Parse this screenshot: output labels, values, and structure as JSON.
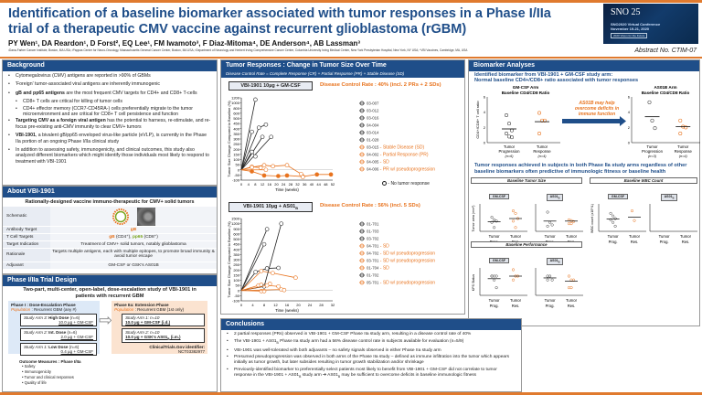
{
  "header": {
    "title": "Identification of a baseline biomarker associated with tumor responses in a Phase I/IIa trial of a therapeutic CMV vaccine against recurrent glioblastoma (rGBM)",
    "authors": "PY Wen¹, DA Reardon¹, D Forst², EQ Lee¹, FM Iwamoto³, F Diaz-Mitoma⁴, DE Anderson⁴, AB Lassman³",
    "affiliations": "¹Dana-Farber Cancer Institute, Boston, MA USA; ²Pappas Center for Neuro-Oncology, Massachusetts General Cancer Center, Boston, MA USA; ³Department of Neurology and Herbert Irving Comprehensive Cancer Center, Columbia University Irving Medical Center, New York Presbyterian Hospital, New York, NY USA; ⁴VBI Vaccines, Cambridge, MA, USA",
    "abstract_no": "Abstract No. CTIM-07",
    "logo": {
      "name": "SNO 25",
      "conference": "SNO2020 Virtual Conference",
      "dates": "November 19-21, 2020",
      "tagline": "2020 Vision for the Future"
    }
  },
  "background": {
    "title": "Background",
    "items": [
      {
        "text": "Cytomegalovirus (CMV) antigens are reported in >90% of GBMs"
      },
      {
        "text": "'Foreign' tumor-associated viral antigens are inherently immunogenic"
      },
      {
        "bold": "gB and pp65 antigens",
        "text": " are the most frequent CMV targets for CD4+ and CD8+ T-cells"
      },
      {
        "sub": true,
        "text": "CD8+ T cells are critical for killing of tumor cells"
      },
      {
        "sub": true,
        "text": "CD4+ effector memory (CCR7-CD45RA-) cells preferentially migrate to the tumor microenvironment and are critical for CD8+ T cell persistence and function"
      },
      {
        "bold": "Targeting CMV as a foreign viral antigen",
        "text": " has the potential to harness, re-stimulate, and re-focus pre-existing anti-CMV immunity to clear CMV+ tumors"
      },
      {
        "bold": "VBI-1901",
        "text": ", a bivalent gB/pp65 enveloped virus-like particle (eVLP), is currently in the Phase IIa portion of an ongoing Phase I/IIa clinical study"
      },
      {
        "text": "In addition to assessing safety, immunogenicity, and clinical outcomes, this study also analyzed different biomarkers which might identify those individuals most likely to respond to treatment with VBI-1901"
      }
    ]
  },
  "about": {
    "title": "About VBI-1901",
    "subtitle": "Rationally-designed vaccine immuno-therapeutic for CMV+ solid tumors",
    "rows": [
      {
        "key": "Schematic",
        "value": ""
      },
      {
        "key": "Antibody Target",
        "value": "gB"
      },
      {
        "key": "T Cell Targets",
        "value_gb": "gB",
        "value_gb_note": " (CD4⁺), ",
        "value_pp": "pp65",
        "value_pp_note": " (CD8⁺)"
      },
      {
        "key": "Target Indication",
        "value": "Treatment of CMV+ solid tumors, notably glioblastoma"
      },
      {
        "key": "Rationale",
        "value": "Targets multiple antigens, each with multiple epitopes, to promote broad immunity & avoid tumor escape"
      },
      {
        "key": "Adjuvant",
        "value": "GM-CSF or GSK's AS01B"
      }
    ]
  },
  "design": {
    "title": "Phase I/IIa Trial Design",
    "subtitle": "Two-part, multi-center, open-label, dose-escalation study of VBI-1901 in patients with recurrent GBM",
    "phase1": {
      "title": "Phase I : Dose-Escalation Phase",
      "population_label": "Population",
      "population": " : Recurrent GBM (any #)",
      "arms": [
        {
          "label": "Study Arm 3: ",
          "bold": "High Dose",
          "n": " (n=6)",
          "dose": "10.0 µg + GM-CSF"
        },
        {
          "label": "Study Arm 2: ",
          "bold": "Int. Dose",
          "n": " (n=6)",
          "dose": "2.0 µg + GM-CSF"
        },
        {
          "label": "Study Arm 1: ",
          "bold": "Low Dose",
          "n": " (n=6)",
          "dose": "0.4 µg + GM-CSF"
        }
      ]
    },
    "phase2": {
      "title": "Phase IIa: Extension Phase",
      "population_label": "Population",
      "population": " : Recurrent GBM (1st only)",
      "arms": [
        {
          "label": "Study Arm 1: n=10",
          "dose": "10.0 µg + GM-CSF (i.d.)"
        },
        {
          "label": "Study Arm 2: n=10",
          "dose": "10.0 µg + GSK's AS01B (i.m.)"
        }
      ],
      "ct_label": "ClinicalTrials.Gov identifier:",
      "ct_id": "NCT03382977"
    },
    "outcomes": {
      "title": "Outcome Measures : Phase I/IIa",
      "items": [
        "Safety",
        "Immunogenicity",
        "Tumor and clinical responses",
        "Quality of life"
      ]
    }
  },
  "tumor": {
    "title": "Tumor Responses : Change in Tumor Size Over Time",
    "subtitle": "Disease Control Rate = Complete Response (CR) + Partial Response (PR) + Stable Disease (SD)",
    "no_response": " - No tumor response"
  },
  "chart_data": [
    {
      "type": "line",
      "title": "VBI-1901 10µg + GM-CSF",
      "annotation": "Disease Control Rate : 40% (incl. 2 PRs + 2 SDs)",
      "xlabel": "Time (weeks)",
      "ylabel": "Tumor Size Change Compared to Baseline (%)",
      "xticks": [
        0,
        4,
        8,
        12,
        16,
        20,
        24,
        28,
        32,
        36,
        40,
        44,
        48,
        52
      ],
      "yticks": [
        -100,
        -50,
        0,
        50,
        100,
        150,
        200,
        250,
        300,
        350,
        400,
        450,
        500,
        600,
        800,
        1000,
        1200
      ],
      "series": [
        {
          "name": "03-007",
          "status": "",
          "points": [
            [
              0,
              0
            ],
            [
              8,
              1130
            ]
          ]
        },
        {
          "name": "03-012",
          "status": "",
          "points": [
            [
              0,
              0
            ],
            [
              6,
              370
            ]
          ]
        },
        {
          "name": "03-016",
          "status": "",
          "points": [
            [
              0,
              0
            ],
            [
              10,
              410
            ],
            [
              14,
              440
            ]
          ]
        },
        {
          "name": "04-004",
          "status": "",
          "points": [
            [
              0,
              0
            ],
            [
              12,
              320
            ]
          ]
        },
        {
          "name": "03-014",
          "status": "",
          "points": [
            [
              0,
              0
            ],
            [
              17,
              320
            ]
          ]
        },
        {
          "name": "01-028",
          "status": "",
          "points": [
            [
              0,
              0
            ],
            [
              6,
              175
            ],
            [
              8,
              130
            ]
          ]
        },
        {
          "name": "03-015",
          "status": "Stable Disease (SD)",
          "points": [
            [
              0,
              0
            ],
            [
              6,
              30
            ],
            [
              11,
              20
            ]
          ]
        },
        {
          "name": "04-002",
          "status": "Partial Response (PR)",
          "points": [
            [
              0,
              0
            ],
            [
              6,
              -15
            ],
            [
              13,
              -55
            ],
            [
              21,
              -60
            ],
            [
              26,
              -55
            ],
            [
              35,
              -65
            ],
            [
              43,
              -45
            ],
            [
              51,
              -45
            ]
          ]
        },
        {
          "name": "04-005",
          "status": "SD",
          "points": [
            [
              0,
              0
            ],
            [
              14,
              0
            ]
          ]
        },
        {
          "name": "04-006",
          "status": "PR w/ pseudoprogression",
          "points": [
            [
              0,
              0
            ],
            [
              6,
              25
            ],
            [
              13,
              45
            ],
            [
              18,
              35
            ],
            [
              26,
              45
            ],
            [
              34,
              -40
            ],
            [
              35,
              -70
            ]
          ]
        }
      ]
    },
    {
      "type": "line",
      "title": "VBI-1901 10µg + AS01B",
      "annotation": "Disease Control Rate : 56% (incl. 5 SDs)",
      "xlabel": "Time (weeks)",
      "ylabel": "Tumor Size Change Compared to Baseline (%)",
      "xticks": [
        0,
        4,
        8,
        12,
        16,
        20,
        24,
        28,
        32
      ],
      "yticks": [
        -100,
        -50,
        0,
        50,
        100,
        150,
        200,
        250,
        300,
        350,
        400,
        450,
        500,
        600,
        900,
        1200,
        1500
      ],
      "series": [
        {
          "name": "01-701",
          "status": "",
          "points": [
            [
              0,
              0
            ],
            [
              9,
              880
            ]
          ]
        },
        {
          "name": "01-703",
          "status": "",
          "points": [
            [
              0,
              0
            ],
            [
              8,
              450
            ]
          ]
        },
        {
          "name": "03-702",
          "status": "",
          "points": [
            [
              0,
              0
            ],
            [
              5,
              180
            ],
            [
              9,
              215
            ],
            [
              13,
              220
            ]
          ]
        },
        {
          "name": "04-701",
          "status": "SD",
          "points": [
            [
              0,
              0
            ],
            [
              7,
              -5
            ],
            [
              8,
              -5
            ]
          ]
        },
        {
          "name": "04-702",
          "status": "SD w/ pseudoprogression",
          "points": [
            [
              0,
              0
            ],
            [
              7,
              190
            ],
            [
              11,
              170
            ],
            [
              19,
              125
            ]
          ]
        },
        {
          "name": "03-701",
          "status": "SD w/ pseudoprogression",
          "points": [
            [
              0,
              0
            ],
            [
              6,
              50
            ],
            [
              7,
              55
            ],
            [
              10,
              65
            ]
          ]
        },
        {
          "name": "01-704",
          "status": "SD",
          "points": [
            [
              0,
              0
            ],
            [
              14,
              10
            ],
            [
              15,
              5
            ]
          ]
        },
        {
          "name": "01-702",
          "status": "",
          "points": [
            [
              0,
              0
            ],
            [
              8,
              40
            ],
            [
              14,
              1200
            ]
          ]
        },
        {
          "name": "05-701",
          "status": "SD w/ pseudoprogression",
          "points": [
            [
              0,
              0
            ],
            [
              9,
              50
            ],
            [
              13,
              40
            ]
          ]
        }
      ]
    },
    {
      "type": "scatter",
      "title": "GM-CSF Arm Baseline CD4/CD8 Ratio",
      "ylabel": "CD4+/CD8+ T cell ratio",
      "categories": [
        "Tumor Progression (n=6)",
        "Tumor Response (n=4)"
      ],
      "ylim": [
        0,
        6
      ],
      "series": [
        {
          "name": "Tumor Progression",
          "values": [
            3.6,
            2.5,
            1.6,
            1.2,
            0.8,
            0.7
          ],
          "median": 1.8
        },
        {
          "name": "Tumor Response",
          "values": [
            3.9,
            2.9,
            2.9,
            1.2
          ],
          "median": 2.75
        }
      ]
    },
    {
      "type": "scatter",
      "title": "AS01B Arm Baseline CD4/CD8 Ratio",
      "ylabel": "CD4+/CD8+ T cell ratio",
      "categories": [
        "Tumor Progression (n=3)",
        "Tumor Response (n=4)"
      ],
      "ylim": [
        0,
        6
      ],
      "series": [
        {
          "name": "Tumor Progression",
          "values": [
            5.3,
            2.9,
            1.9
          ],
          "median": 3.4
        },
        {
          "name": "Tumor Response",
          "values": [
            2.9,
            2.1,
            2.0,
            1.2
          ],
          "median": 2.1
        }
      ]
    }
  ],
  "biomarker": {
    "title": "Biomarker Analyses",
    "line1": "Identified biomarker from VBI-1901 + GM-CSF study arm:",
    "line2": "Normal baseline CD4+/CD8+ ratio associated with tumor responses",
    "gm_title1": "GM-CSF Arm",
    "gm_title2": "Baseline CD4/CD8 Ratio",
    "as_title1": "AS01B Arm",
    "as_title2": "Baseline CD4/CD8 Ratio",
    "ylabel": "CD4+/CD8+ T cell ratio",
    "arrow_note": "AS01B may help overcome deficits in immune function",
    "gm_cats": [
      {
        "l1": "Tumor",
        "l2": "Progression",
        "n": "(n=6)"
      },
      {
        "l1": "Tumor",
        "l2": "Response",
        "n": "(n=4)"
      }
    ],
    "as_cats": [
      {
        "l1": "Tumor",
        "l2": "Progression",
        "n": "(n=3)"
      },
      {
        "l1": "Tumor",
        "l2": "Response",
        "n": "(n=4)"
      }
    ],
    "regardless": "Tumor responses achieved in subjects in both Phase IIa study arms regardless of other baseline biomarkers often predictive of immunologic fitness or baseline health",
    "size_title": "Baseline Tumor Size",
    "wbc_title": "Baseline WBC Count",
    "perf_title": "Baseline Performance",
    "size_ylabel": "Tumor area (mm²)",
    "wbc_ylabel": "WBC count (x10⁹/L)",
    "perf_ylabel": "KPS Status",
    "arm_gm": "GM-CSF",
    "arm_as": "AS01B",
    "cat_prog": "Tumor Prog.",
    "cat_res": "Tumor Res."
  },
  "conclusions": {
    "title": "Conclusions",
    "items": [
      "2 partial responses (PRs) observed in VBI-1901 + GM-CSF Phase IIa study arm, resulting in a disease control rate of 40%",
      "The VBI-1901 + AS01B Phase IIa study arm had a 56% disease control rate in subjects available for evaluation (n=5/9)",
      "VBI-1901 was well-tolerated with both adjuvants – no safety signals observed in either Phase IIa study arm",
      "Presumed pseudoprogression was observed in both arms of the Phase IIa study – defined as immune infiltration into the tumor which appears initially as tumor growth, but later subsides resulting in tumor growth stabilization and/or shrinkage",
      "Previously-identified biomarker to preferentially select patients most likely to benefit from VBI-1901 + GM-CSF did not correlate to tumor response in the VBI-1901 + AS01B study arm → AS01B may be sufficient to overcome deficits in baseline immunologic fitness"
    ]
  },
  "colors": {
    "brand_blue": "#1f4e89",
    "accent_orange": "#e8731e",
    "bar_orange": "#e07a2e"
  }
}
